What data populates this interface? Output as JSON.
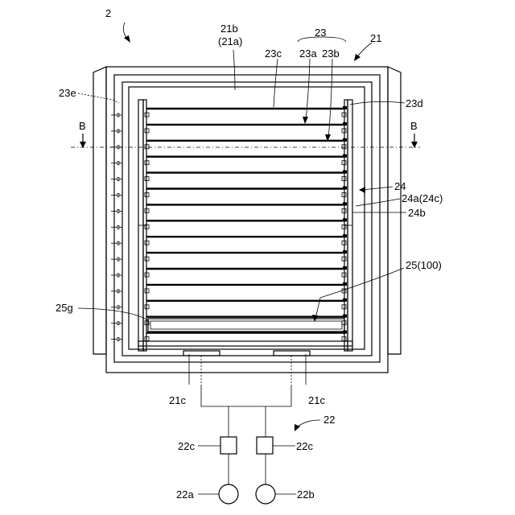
{
  "labels": {
    "device": "2",
    "l21b": "21b",
    "l21a": "(21a)",
    "l23": "23",
    "l21": "21",
    "l23c": "23c",
    "l23a": "23a",
    "l23b": "23b",
    "l23e": "23e",
    "l23d": "23d",
    "bLeft": "B",
    "bRight": "B",
    "l24": "24",
    "l24a": "24a(24c)",
    "l24b": "24b",
    "l25": "25(100)",
    "l25g": "25g",
    "l21cLeft": "21c",
    "l21cRight": "21c",
    "l22": "22",
    "l22cLeft": "22c",
    "l22cRight": "22c",
    "l22a": "22a",
    "l22b": "22b"
  }
}
